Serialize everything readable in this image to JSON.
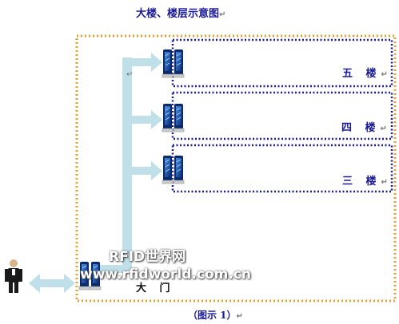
{
  "title": "大楼、楼层示意图",
  "floors": [
    {
      "label": "五 楼"
    },
    {
      "label": "四 楼"
    },
    {
      "label": "三 楼"
    }
  ],
  "entrance": {
    "label": "大 门"
  },
  "caption": "（图示 1）",
  "watermark": {
    "line1": "RFID世界网",
    "line2": "www.rfidworld.com.cn"
  },
  "paragraph_mark": "↵",
  "colors": {
    "outer_border": "#e8a030",
    "floor_border": "#1a1a9a",
    "arrow": "#bfe0e8",
    "reader_blue": "#1e4fa8",
    "reader_dark": "#0a2a6a"
  }
}
